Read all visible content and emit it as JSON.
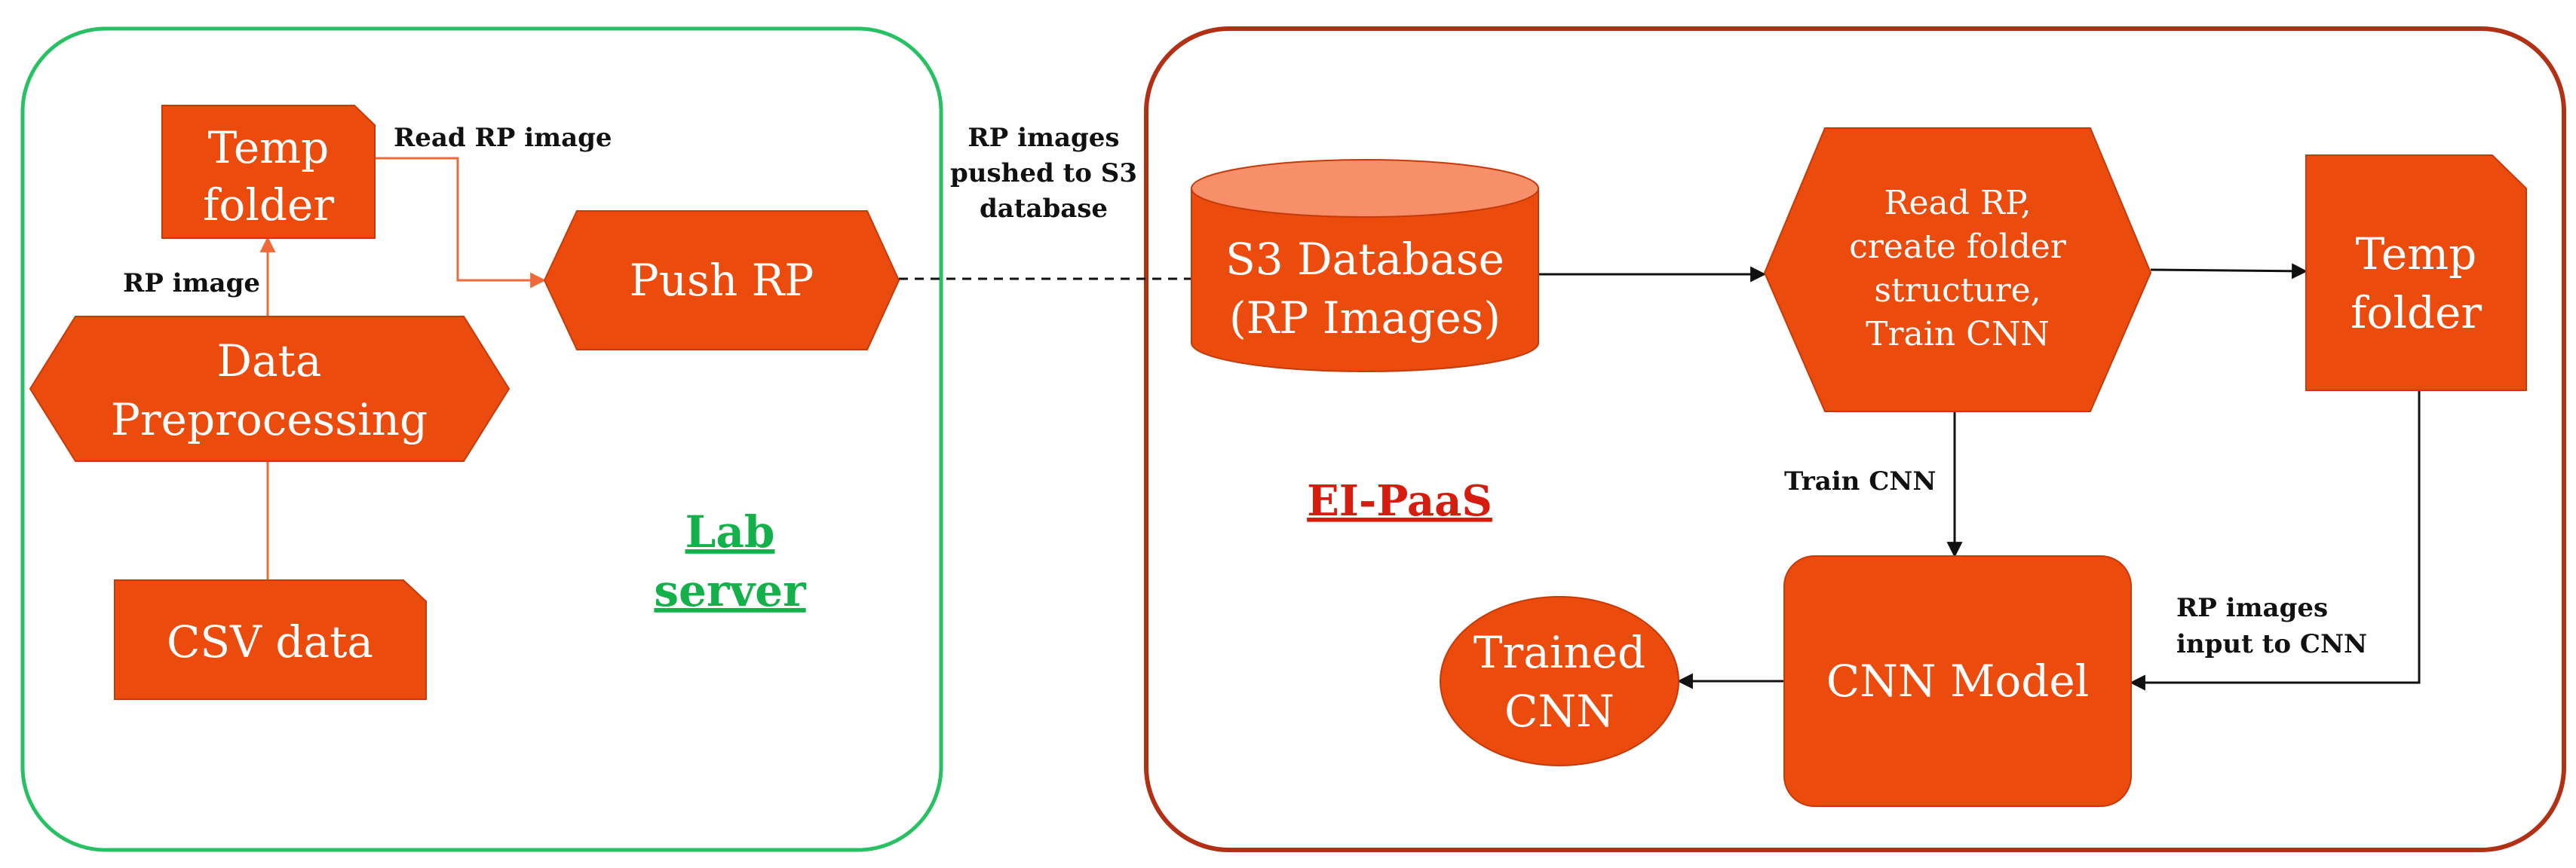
{
  "colors": {
    "node_fill": "#ec4b0e",
    "node_stroke": "#c43a0a",
    "cylinder_top": "#f7906a",
    "lab_border": "#27c063",
    "lab_label": "#14b04a",
    "paas_border": "#b23015",
    "paas_label": "#d61c0e",
    "arrow_black": "#111111",
    "arrow_orange": "#ef6a38"
  },
  "regions": {
    "lab": {
      "label_line1": "Lab",
      "label_line2": "server"
    },
    "paas": {
      "label": "EI-PaaS"
    }
  },
  "nodes": {
    "temp_folder_left": {
      "line1": "Temp",
      "line2": "folder"
    },
    "data_preprocessing": {
      "line1": "Data",
      "line2": "Preprocessing"
    },
    "csv_data": {
      "line1": "CSV data"
    },
    "push_rp": {
      "line1": "Push RP"
    },
    "s3_database": {
      "line1": "S3 Database",
      "line2": "(RP Images)"
    },
    "read_rp": {
      "line1": "Read RP,",
      "line2": "create folder",
      "line3": "structure,",
      "line4": "Train CNN"
    },
    "temp_folder_right": {
      "line1": "Temp",
      "line2": "folder"
    },
    "cnn_model": {
      "line1": "CNN Model"
    },
    "trained_cnn": {
      "line1": "Trained",
      "line2": "CNN"
    }
  },
  "edges": {
    "read_rp_image": "Read RP image",
    "rp_image": "RP image",
    "pushed_to_s3": {
      "line1": "RP images",
      "line2": "pushed to S3",
      "line3": "database"
    },
    "train_cnn": "Train CNN",
    "input_to_cnn": {
      "line1": "RP images",
      "line2": "input to CNN"
    }
  }
}
